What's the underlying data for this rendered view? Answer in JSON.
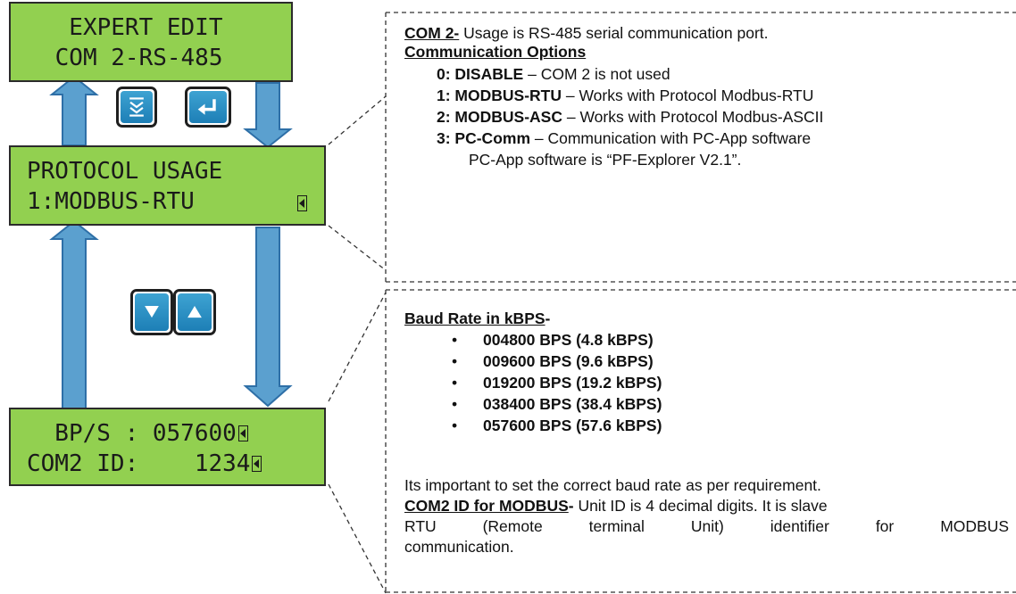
{
  "lcd_screens": [
    {
      "id": "expert-edit",
      "line1": "  EXPERT EDIT",
      "line2": " COM 2-RS-485",
      "cursor1": false,
      "cursor2": false
    },
    {
      "id": "protocol-usage",
      "line1": "PROTOCOL USAGE",
      "line2": "1:MODBUS-RTU",
      "cursor1": false,
      "cursor2": true
    },
    {
      "id": "baud-id",
      "line1": "  BP/S : 057600",
      "line2": "COM2 ID:    1234",
      "cursor1": true,
      "cursor2": true
    }
  ],
  "keys": {
    "scroll": "double-chevron-down-icon",
    "enter": "enter-icon",
    "down": "triangle-down-icon",
    "up": "triangle-up-icon"
  },
  "com2_panel": {
    "heading_bold": "COM 2-",
    "heading_text": " Usage is RS-485 serial communication port.",
    "options_title": "Communication Options",
    "options": [
      {
        "code": "0: DISABLE",
        "desc": " – COM 2 is not used"
      },
      {
        "code": "1: MODBUS-RTU",
        "desc": " – Works with Protocol Modbus-RTU"
      },
      {
        "code": "2: MODBUS-ASC",
        "desc": " – Works with Protocol Modbus-ASCII"
      },
      {
        "code": "3: PC-Comm",
        "desc": " – Communication with PC-App software"
      }
    ],
    "note": "PC-App software is “PF-Explorer V2.1”."
  },
  "baud_panel": {
    "title": "Baud Rate in kBPS",
    "title_suffix": "-",
    "rates": [
      "004800 BPS (4.8 kBPS)",
      "009600 BPS (9.6 kBPS)",
      "019200 BPS (19.2 kBPS)",
      "038400 BPS (38.4 kBPS)",
      "057600 BPS (57.6 kBPS)"
    ],
    "note": "Its important to set the correct baud rate as per requirement.",
    "id_title": "COM2 ID for MODBUS",
    "id_title_suffix": "-",
    "id_text_1": " Unit ID is 4 decimal digits. It is slave",
    "id_text_2": "RTU (Remote terminal Unit) identifier for MODBUS",
    "id_text_3": "communication."
  },
  "colors": {
    "lcd_green": "#92d050",
    "arrow_blue": "#2e75b6",
    "arrow_fill": "#5b9bd5",
    "key_blue": "#1d7fb6"
  }
}
